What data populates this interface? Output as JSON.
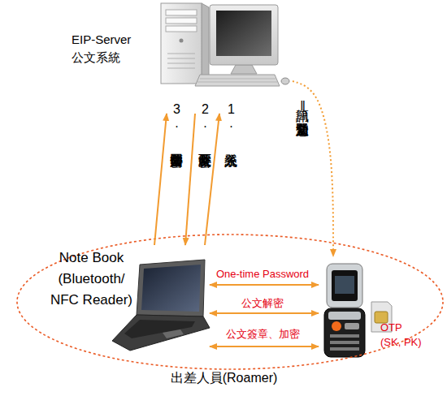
{
  "diagram": {
    "nodes": [
      {
        "text": [
          "EIP-Server 公文系統"
        ]
      },
      {
        "text": [
          "出差人員(Roamer)"
        ]
      },
      {
        "text": [
          "Note Book (Bluetooth/ NFC Reader)"
        ],
        "in": 1
      },
      {
        "text": [
          "OTP (SK, PK)"
        ],
        "in": 1
      }
    ],
    "edges": [
      {
        "from": 2,
        "to": 0,
        "arrow": "to",
        "label": "3. 公文簽署加密回傳"
      },
      {
        "from": 0,
        "to": 2,
        "arrow": "to",
        "label": "2. 公文下載及解密"
      },
      {
        "from": 2,
        "to": 0,
        "arrow": "to",
        "label": "1. 系統登入"
      },
      {
        "from": 0,
        "to": 3,
        "arrow": "to",
        "label": "簡訊‖緊急公文通知"
      },
      {
        "from": 2,
        "to": 3,
        "arrow": "both",
        "label": "One-time Password"
      },
      {
        "from": 2,
        "to": 3,
        "arrow": "both",
        "label": "公文解密"
      },
      {
        "from": 2,
        "to": 3,
        "arrow": "both",
        "label": "公文簽章、加密"
      }
    ]
  }
}
